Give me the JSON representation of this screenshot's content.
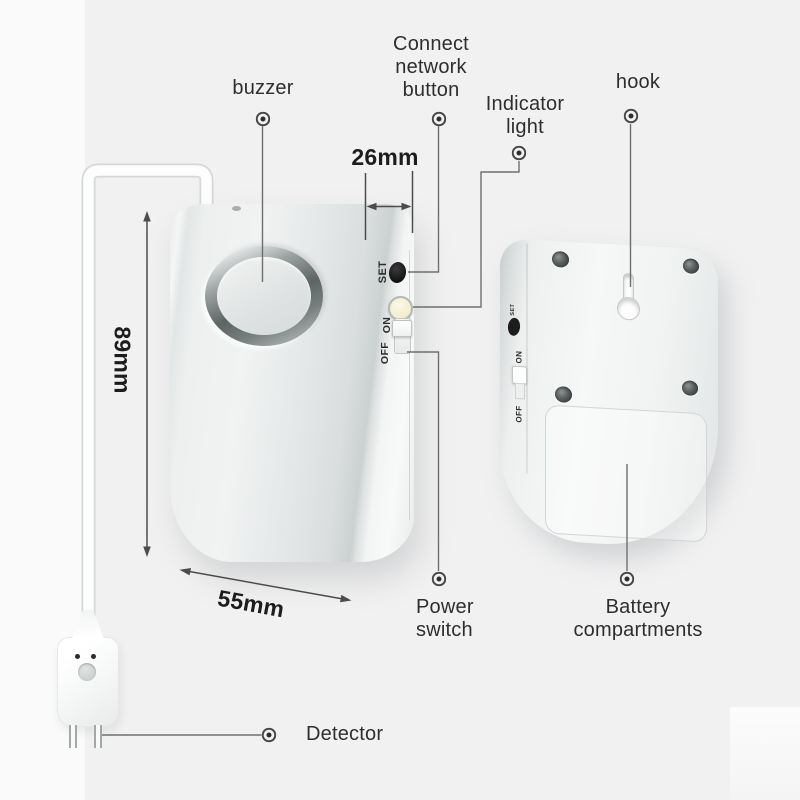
{
  "annotations": {
    "buzzer": "buzzer",
    "connect_network_button": "Connect network button",
    "indicator_light": "Indicator light",
    "hook": "hook",
    "power_switch": "Power switch",
    "battery_compartments": "Battery compartments",
    "detector": "Detector"
  },
  "dimensions": {
    "side_width": "26mm",
    "body_height": "89mm",
    "body_width": "55mm"
  },
  "switch_markings": {
    "set": "SET",
    "on": "ON",
    "off": "OFF"
  },
  "colors": {
    "background": "#f1f1f2",
    "callout_line": "#6f6f6f",
    "dimension_line": "#4c4c4c",
    "label_text": "#2e2e2e",
    "indicator_led": "#f3eecd"
  }
}
